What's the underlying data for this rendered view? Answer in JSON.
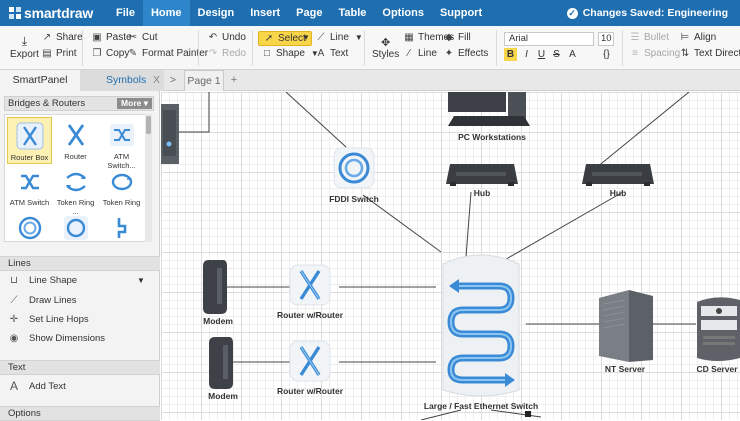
{
  "app": {
    "logo": "smartdraw",
    "status": "Changes Saved: Engineering"
  },
  "menu": [
    "File",
    "Home",
    "Design",
    "Insert",
    "Page",
    "Table",
    "Options",
    "Support"
  ],
  "ribbon": {
    "export": "Export",
    "share": "Share",
    "print": "Print",
    "paste": "Paste",
    "cut": "Cut",
    "copy": "Copy",
    "format_painter": "Format Painter",
    "undo": "Undo",
    "redo": "Redo",
    "select": "Select",
    "line": "Line",
    "shape": "Shape",
    "text": "Text",
    "styles": "Styles",
    "themes": "Themes",
    "fill": "Fill",
    "line2": "Line",
    "effects": "Effects",
    "font": "Arial",
    "font_size": "10",
    "bullet": "Bullet",
    "spacing": "Spacing",
    "align": "Align",
    "text_direction": "Text Direction",
    "fmt_bold": "B",
    "fmt_italic": "I",
    "fmt_underline": "U",
    "fmt_strike": "S",
    "fmt_a": "A",
    "fmt_link": "{}"
  },
  "tabs": {
    "smartpanel": "SmartPanel",
    "symbols": "Symbols",
    "close": "X",
    "nav": ">",
    "page": "Page 1",
    "add": "+"
  },
  "sidebar": {
    "library": "Bridges & Routers",
    "more": "More",
    "symbols": [
      "Router Box",
      "Router",
      "ATM Switch...",
      "ATM Switch",
      "Token Ring ...",
      "Token Ring",
      "",
      "",
      ""
    ],
    "lines_header": "Lines",
    "lines_items": [
      "Line Shape",
      "Draw Lines",
      "Set Line Hops",
      "Show Dimensions"
    ],
    "text_header": "Text",
    "text_items": [
      "Add Text"
    ],
    "options_header": "Options"
  },
  "canvas": {
    "labels": {
      "pc": "PC Workstations",
      "fddi": "FDDI Switch",
      "hub1": "Hub",
      "hub2": "Hub",
      "modem1": "Modem",
      "router1": "Router w/Router",
      "modem2": "Modem",
      "router2": "Router w/Router",
      "switch": "Large / Fast Ethernet Switch",
      "nt": "NT Server",
      "cd": "CD Server"
    }
  }
}
